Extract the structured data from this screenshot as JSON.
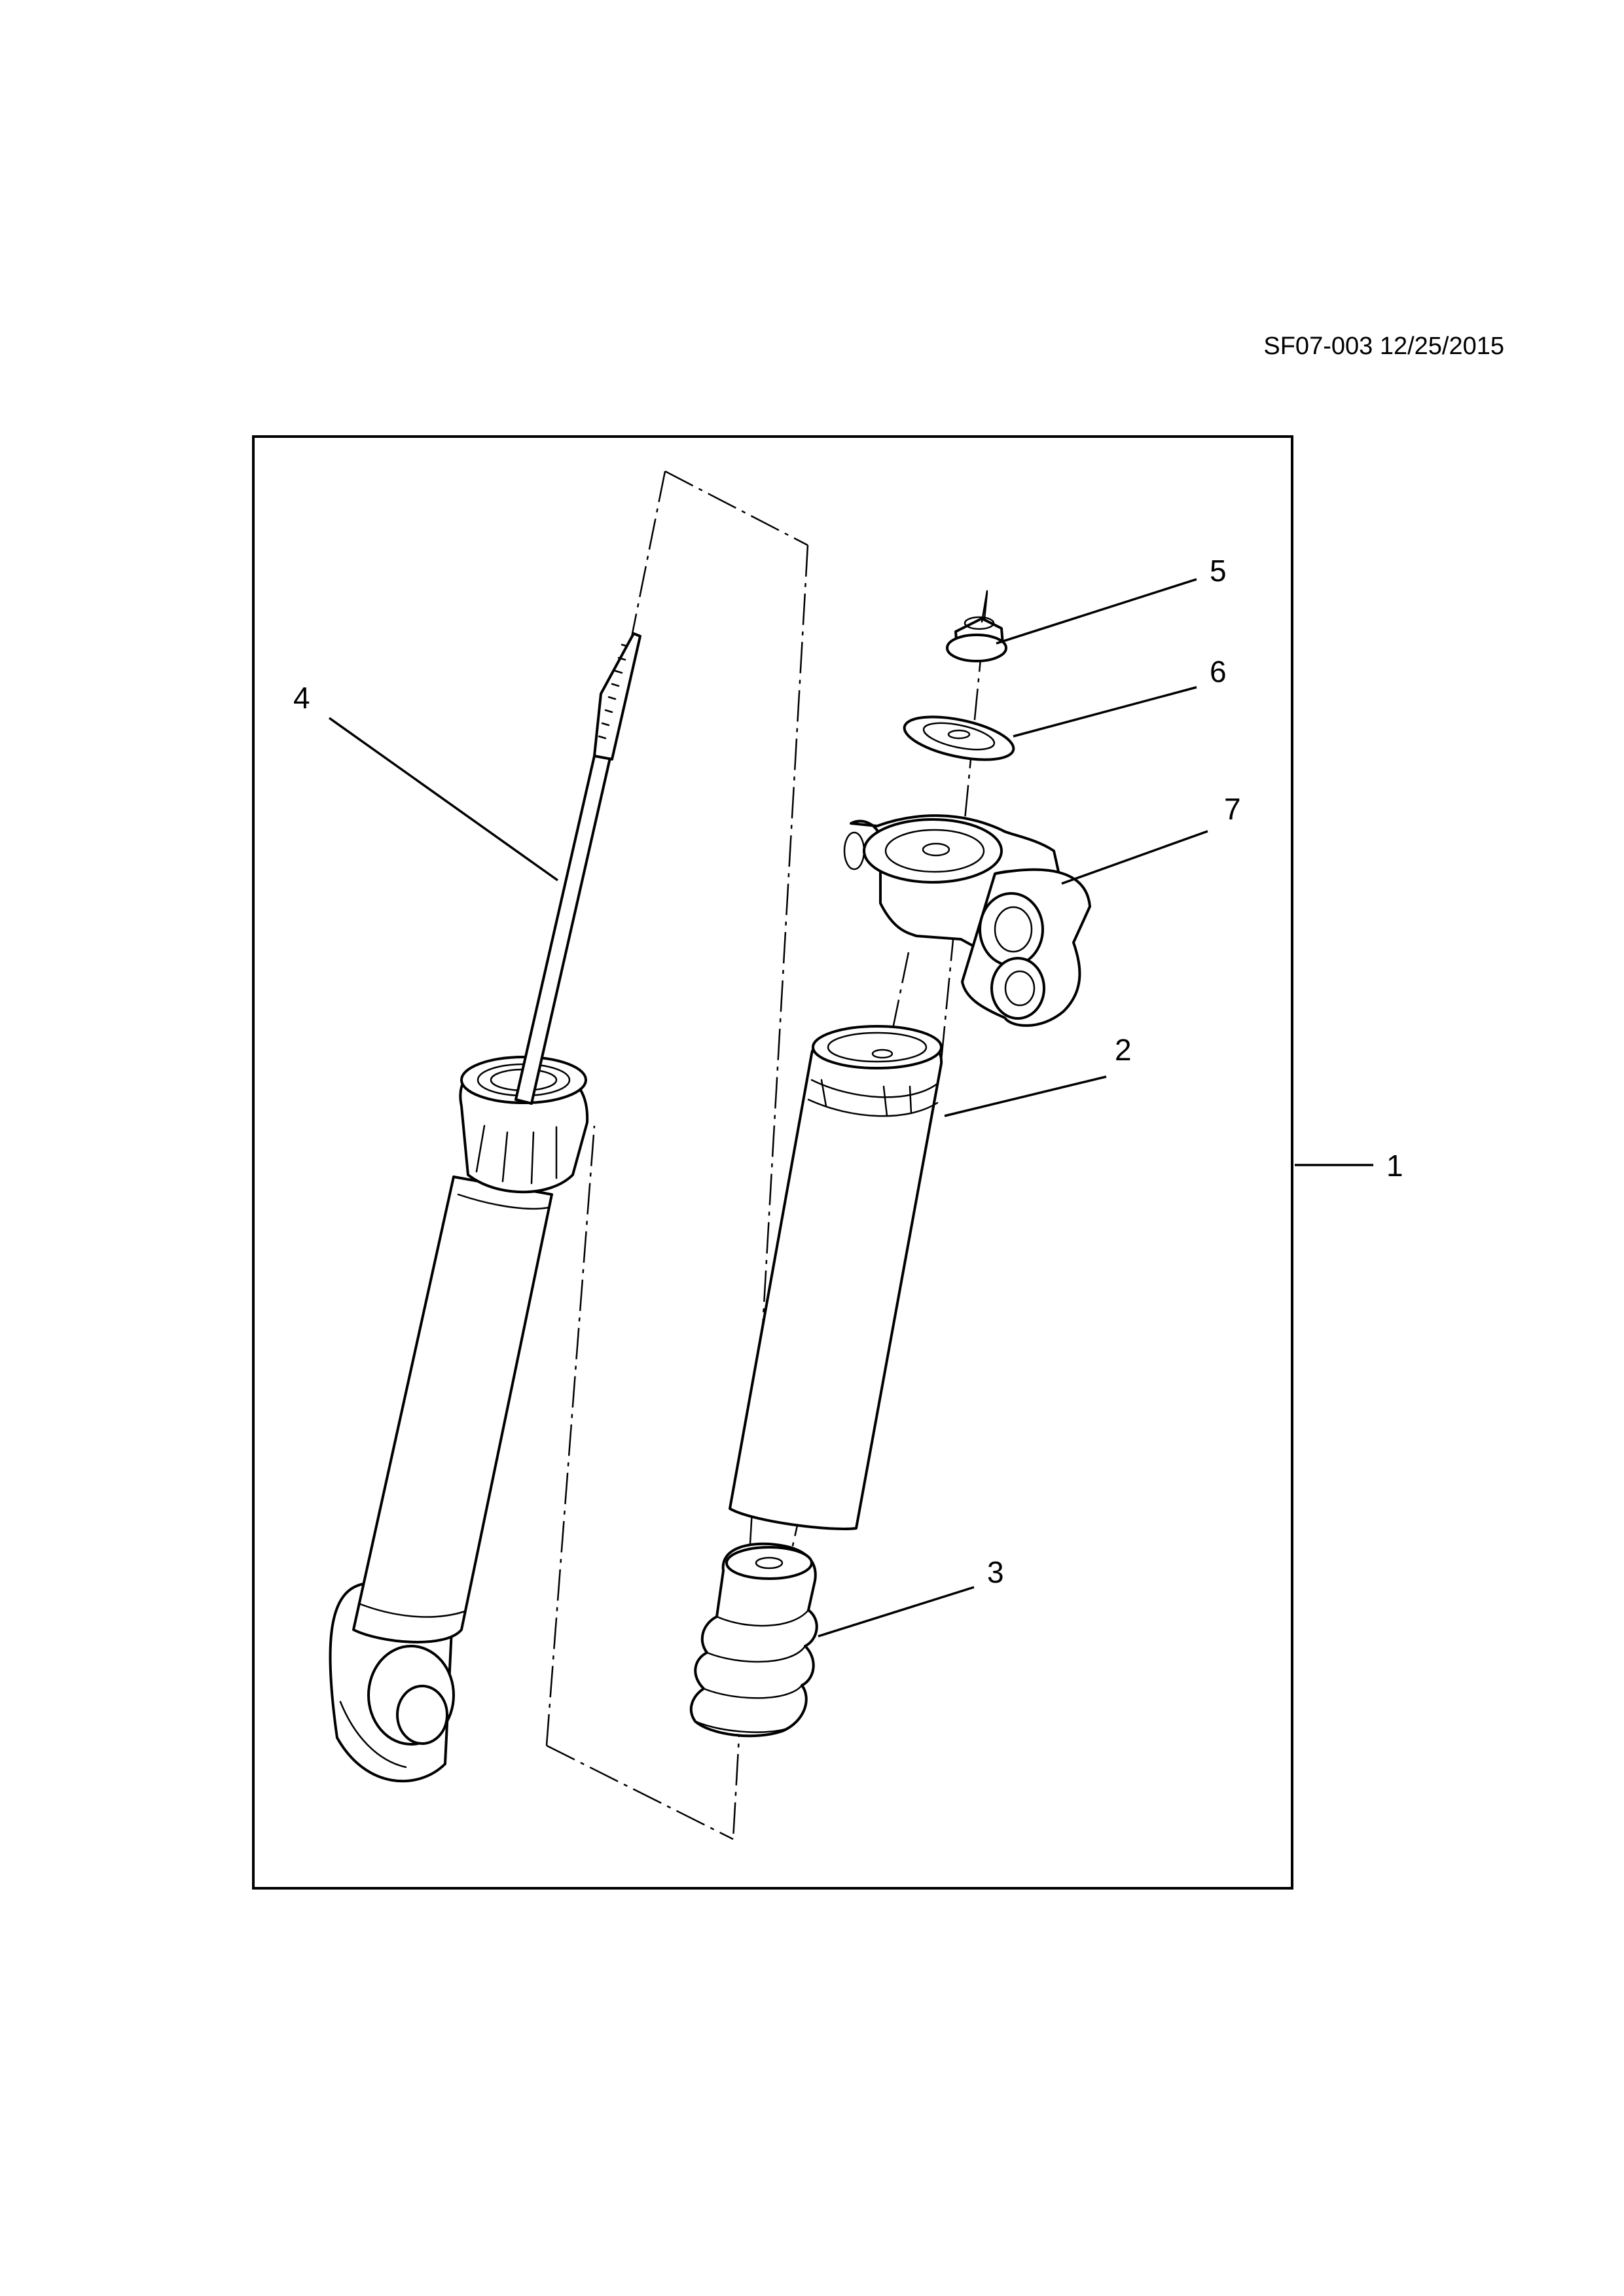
{
  "document": {
    "reference": "SF07-003 12/25/2015"
  },
  "callouts": {
    "c1": "1",
    "c2": "2",
    "c3": "3",
    "c4": "4",
    "c5": "5",
    "c6": "6",
    "c7": "7"
  }
}
